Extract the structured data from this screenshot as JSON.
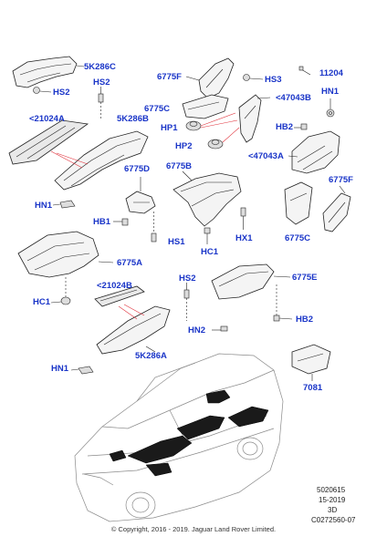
{
  "labels": {
    "p5K286C": "5K286C",
    "hs2_top": "HS2",
    "hs2_mid": "HS2",
    "hs2_low": "HS2",
    "p6775F_top": "6775F",
    "hs3": "HS3",
    "p11204": "11204",
    "hn1_right": "HN1",
    "p6775C_top": "6775C",
    "p47043B": "<47043B",
    "p21024A": "<21024A",
    "p5K286B": "5K286B",
    "hp1": "HP1",
    "hb2_right": "HB2",
    "hp2": "HP2",
    "p47043A": "<47043A",
    "p6775D": "6775D",
    "p6775B": "6775B",
    "p6775F_right": "6775F",
    "hn1_left": "HN1",
    "hb1": "HB1",
    "hs1": "HS1",
    "hx1": "HX1",
    "p6775C_bottom": "6775C",
    "hc1_mid": "HC1",
    "p6775A": "6775A",
    "p6775E": "6775E",
    "p21024B": "<21024B",
    "hc1_left": "HC1",
    "hn2": "HN2",
    "hb2_low": "HB2",
    "p5K286A": "5K286A",
    "hn1_low": "HN1",
    "p7081": "7081"
  },
  "meta": {
    "line1": "5020615",
    "line2": "15-2019",
    "line3": "3D",
    "line4": "C0272560-07"
  },
  "copyright": "© Copyright, 2016 - 2019. Jaguar Land Rover Limited."
}
